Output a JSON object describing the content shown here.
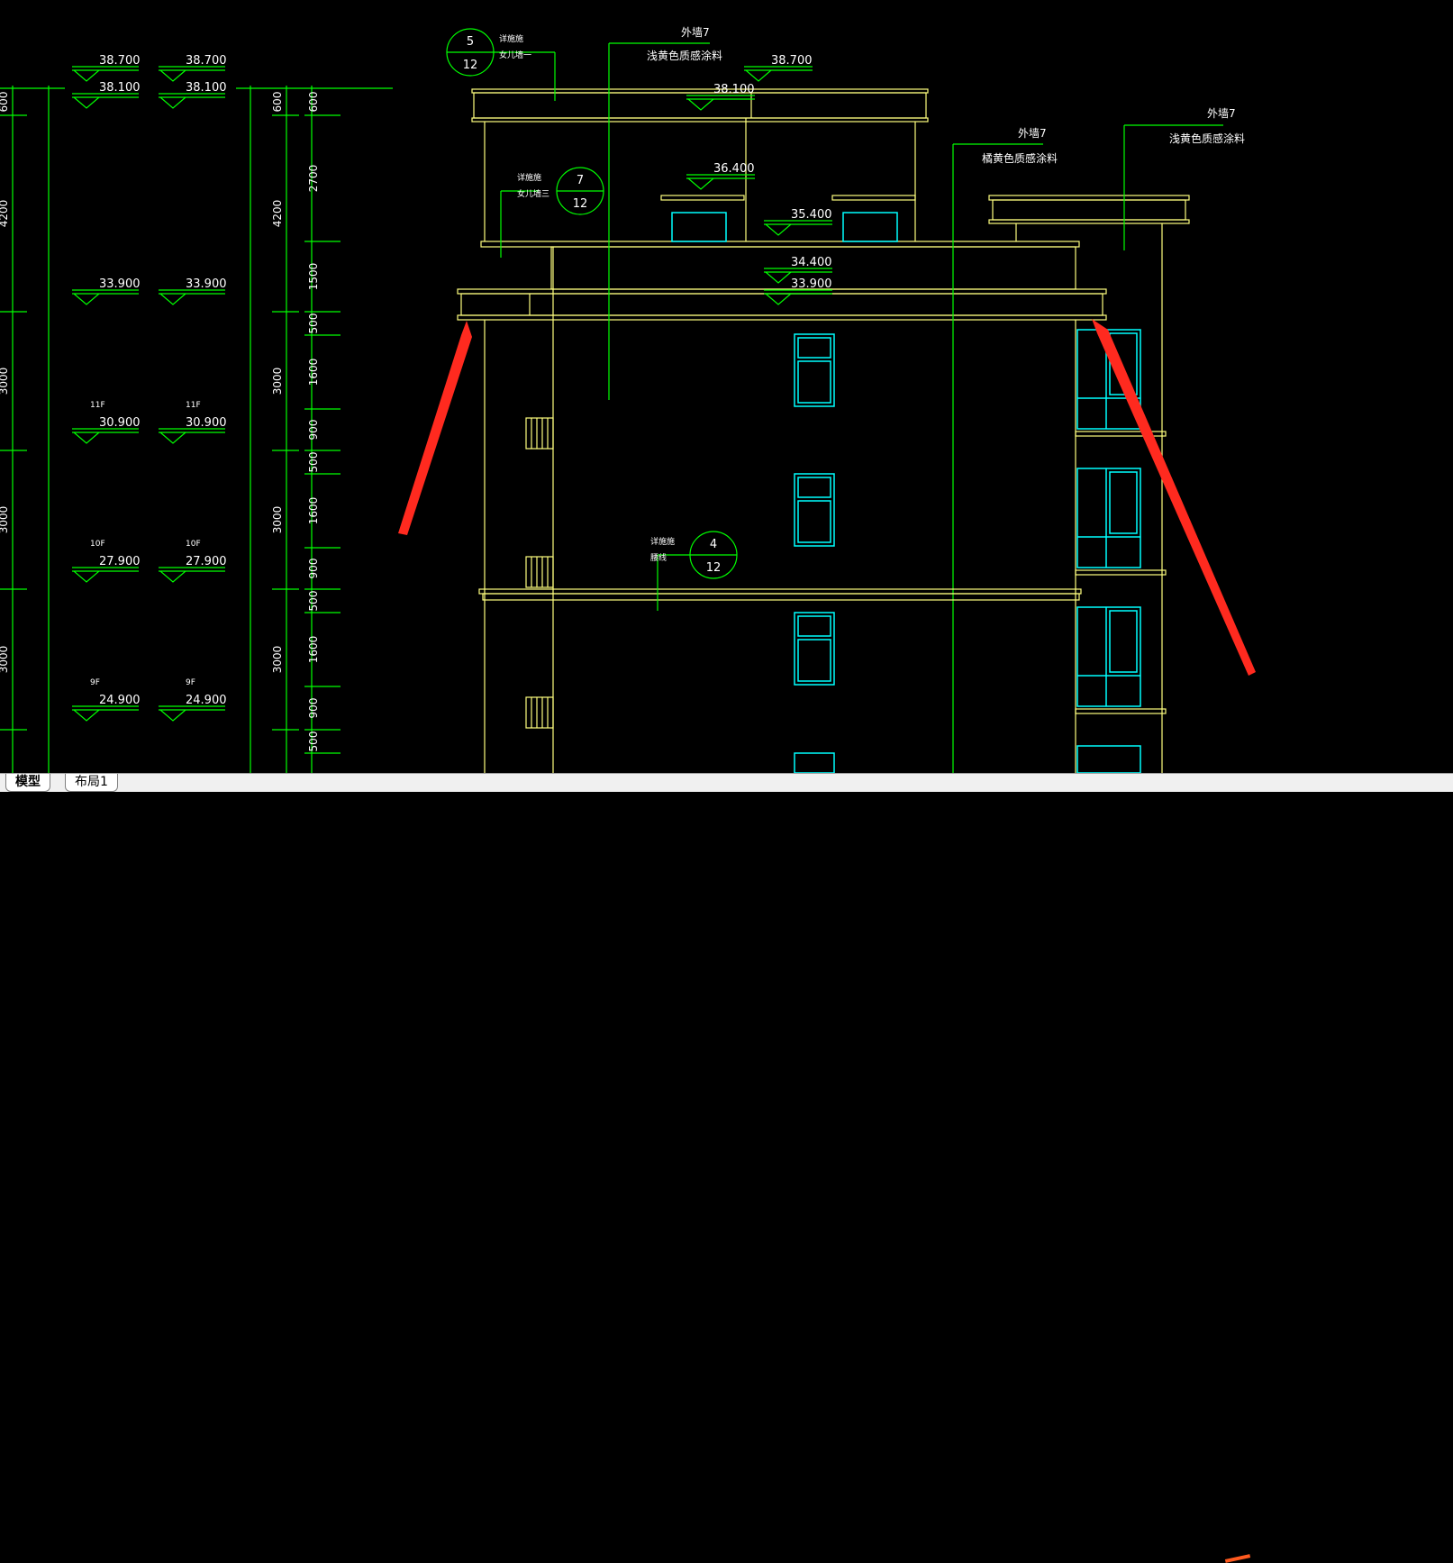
{
  "colors": {
    "background": "#000000",
    "dim_green": "#00ff00",
    "structure_yellow": "#ffff7f",
    "window_cyan": "#00ffff",
    "label_white": "#ffffff",
    "arrow_red": "#ff2a1f"
  },
  "left_levels": [
    {
      "floor": "",
      "a": "38.700",
      "b": "38.700"
    },
    {
      "floor": "",
      "a": "38.100",
      "b": "38.100"
    },
    {
      "floor": "",
      "a": "33.900",
      "b": "33.900"
    },
    {
      "floor": "11F",
      "a": "30.900",
      "b": "30.900"
    },
    {
      "floor": "10F",
      "a": "27.900",
      "b": "27.900"
    },
    {
      "floor": "9F",
      "a": "24.900",
      "b": "24.900"
    }
  ],
  "dims_col1": [
    "600",
    "4200",
    "3000",
    "3000",
    "3000"
  ],
  "dims_col2": [
    "600",
    "4200",
    "3000",
    "3000",
    "3000"
  ],
  "dims_col3": [
    "600",
    "2700",
    "1500",
    "500",
    "1600",
    "900",
    "500",
    "1600",
    "900",
    "500",
    "1600",
    "900",
    "500"
  ],
  "elevation_levels": [
    "38.700",
    "38.100",
    "36.400",
    "35.400",
    "34.400",
    "33.900"
  ],
  "detail_bubbles": [
    {
      "num": "5",
      "sheet": "12",
      "note1": "详施施",
      "note2": "女儿墙一"
    },
    {
      "num": "7",
      "sheet": "12",
      "note1": "详施施",
      "note2": "女儿墙三"
    },
    {
      "num": "4",
      "sheet": "12",
      "note1": "详施施",
      "note2": "腰线"
    }
  ],
  "wall_notes": [
    {
      "title": "外墙7",
      "desc": "浅黄色质感涂料"
    },
    {
      "title": "外墙7",
      "desc": "橘黄色质感涂料"
    },
    {
      "title": "外墙7",
      "desc": "浅黄色质感涂料"
    }
  ],
  "tabs": {
    "model": "模型",
    "layout1": "布局1"
  }
}
